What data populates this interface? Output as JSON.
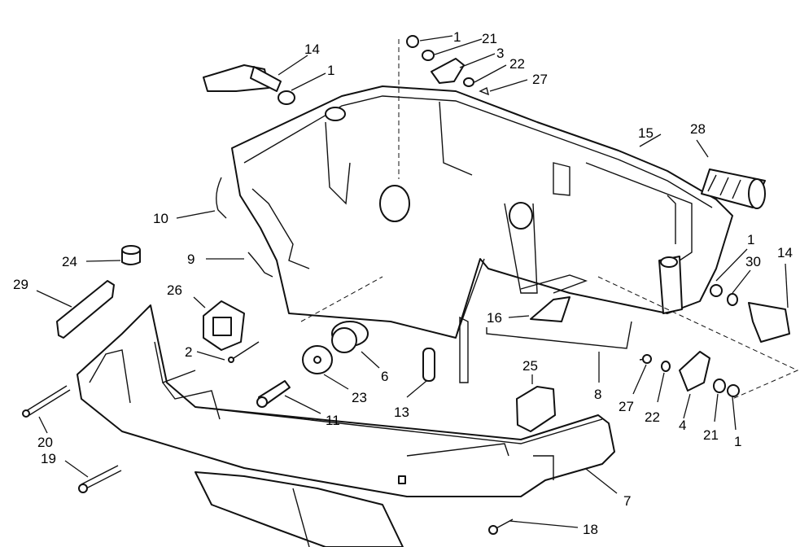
{
  "callouts": {
    "n1_top": "1",
    "n21_top": "21",
    "n3": "3",
    "n22_top": "22",
    "n27_top": "27",
    "n14_left": "14",
    "n1_left": "1",
    "n15": "15",
    "n28": "28",
    "n10": "10",
    "n9": "9",
    "n24": "24",
    "n29": "29",
    "n26": "26",
    "n2": "2",
    "n1_right": "1",
    "n30": "30",
    "n14_right": "14",
    "n16": "16",
    "n6": "6",
    "n23": "23",
    "n11": "11",
    "n13": "13",
    "n25": "25",
    "n8": "8",
    "n27_bottom": "27",
    "n22_bottom": "22",
    "n4": "4",
    "n21_bottom": "21",
    "n1_bottom": "1",
    "n20": "20",
    "n19": "19",
    "n7": "7",
    "n18": "18"
  }
}
